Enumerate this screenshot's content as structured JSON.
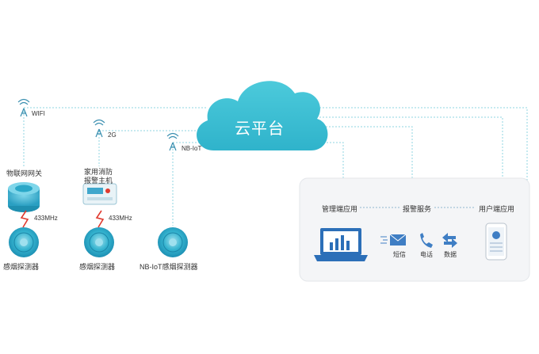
{
  "cloud": {
    "label": "云平台"
  },
  "links": {
    "wifi": "WIFI",
    "g2": "2G",
    "nbiot": "NB-IoT",
    "rf_a": "433MHz",
    "rf_b": "433MHz"
  },
  "devices": {
    "gateway": "物联网网关",
    "host_line1": "家用消防",
    "host_line2": "报警主机",
    "detector_a": "感烟探测器",
    "detector_b": "感烟探测器",
    "detector_nb": "NB-IoT感烟探测器"
  },
  "panel": {
    "mgmt_app": "管理端应用",
    "alarm_service": "报警服务",
    "user_app": "用户端应用",
    "sms": "短信",
    "phone": "电话",
    "data": "数据"
  },
  "colors": {
    "cloud": "#3bbfd3",
    "link_line": "#8fd4e0",
    "detector": "#2aa8c8",
    "rf": "#e03a2f",
    "panel_bg": "#f4f5f7",
    "laptop": "#2c6fb8",
    "icon": "#3f7ec4"
  }
}
